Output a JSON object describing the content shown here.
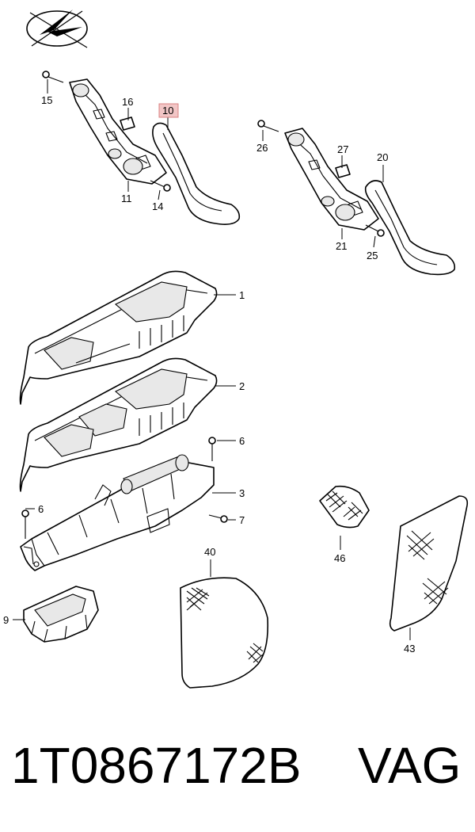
{
  "callouts": {
    "c1": "1",
    "c2": "2",
    "c3": "3",
    "c6a": "6",
    "c6b": "6",
    "c7": "7",
    "c9": "9",
    "c10": "10",
    "c11": "11",
    "c14": "14",
    "c15": "15",
    "c16": "16",
    "c20": "20",
    "c21": "21",
    "c25": "25",
    "c26": "26",
    "c27": "27",
    "c40": "40",
    "c43": "43",
    "c46": "46"
  },
  "highlight": {
    "color": "#f2c6c6",
    "border": "#d98080",
    "part": "10"
  },
  "footer": {
    "part_number": "1T0867172B",
    "brand": "VAG"
  },
  "icons": {
    "logo": "compass-logo-icon"
  }
}
